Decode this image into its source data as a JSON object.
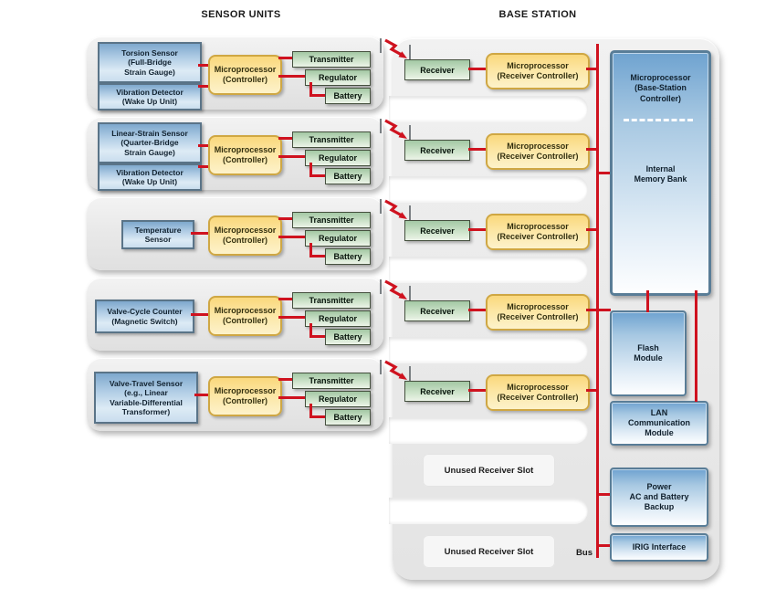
{
  "titles": {
    "sensors": "SENSOR UNITS",
    "base": "BASE STATION"
  },
  "sensor_rows": [
    {
      "sensors": [
        "Torsion Sensor\n(Full-Bridge\nStrain Gauge)",
        "Vibration Detector\n(Wake Up Unit)"
      ],
      "controller": "Microprocessor\n(Controller)",
      "transmitter": "Transmitter",
      "regulator": "Regulator",
      "battery": "Battery"
    },
    {
      "sensors": [
        "Linear-Strain Sensor\n(Quarter-Bridge\nStrain Gauge)",
        "Vibration Detector\n(Wake Up Unit)"
      ],
      "controller": "Microprocessor\n(Controller)",
      "transmitter": "Transmitter",
      "regulator": "Regulator",
      "battery": "Battery"
    },
    {
      "sensors": [
        "Temperature\nSensor"
      ],
      "controller": "Microprocessor\n(Controller)",
      "transmitter": "Transmitter",
      "regulator": "Regulator",
      "battery": "Battery"
    },
    {
      "sensors": [
        "Valve-Cycle Counter\n(Magnetic Switch)"
      ],
      "controller": "Microprocessor\n(Controller)",
      "transmitter": "Transmitter",
      "regulator": "Regulator",
      "battery": "Battery"
    },
    {
      "sensors": [
        "Valve-Travel Sensor\n(e.g., Linear\nVariable-Differential\nTransformer)"
      ],
      "controller": "Microprocessor\n(Controller)",
      "transmitter": "Transmitter",
      "regulator": "Regulator",
      "battery": "Battery"
    }
  ],
  "base_rows": [
    {
      "receiver": "Receiver",
      "controller": "Microprocessor\n(Receiver Controller)"
    },
    {
      "receiver": "Receiver",
      "controller": "Microprocessor\n(Receiver Controller)"
    },
    {
      "receiver": "Receiver",
      "controller": "Microprocessor\n(Receiver Controller)"
    },
    {
      "receiver": "Receiver",
      "controller": "Microprocessor\n(Receiver Controller)"
    },
    {
      "receiver": "Receiver",
      "controller": "Microprocessor\n(Receiver Controller)"
    }
  ],
  "unused_slots": [
    "Unused Receiver Slot",
    "Unused Receiver Slot"
  ],
  "modules": {
    "base_controller": "Microprocessor\n(Base-Station\nController)",
    "memory_bank": "Internal\nMemory Bank",
    "flash": "Flash\nModule",
    "lan": "LAN\nCommunication\nModule",
    "power": "Power\nAC and Battery\nBackup",
    "irig": "IRIG Interface"
  },
  "bus_label": "Bus",
  "colors": {
    "connector_red": "#cf121f",
    "sensor_blue": "#7ea8cd",
    "controller_yellow": "#fad87c",
    "radio_green": "#a3c8a4",
    "module_blue": "#6fa3d0"
  }
}
